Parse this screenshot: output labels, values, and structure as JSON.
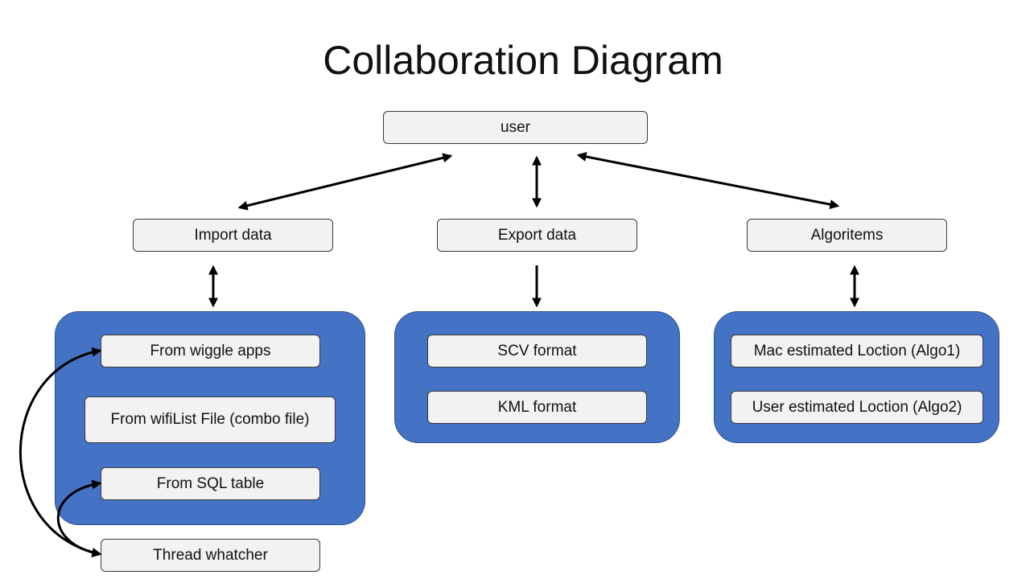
{
  "title": "Collaboration Diagram",
  "nodes": {
    "user": "user",
    "import_data": "Import data",
    "export_data": "Export data",
    "algoritems": "Algoritems",
    "from_wiggle_apps": "From wiggle apps",
    "from_wifilist_file": "From wifiList File (combo file)",
    "from_sql_table": "From SQL table",
    "thread_whatcher": "Thread whatcher",
    "scv_format": "SCV format",
    "kml_format": "KML format",
    "mac_estimated": "Mac estimated Loction (Algo1)",
    "user_estimated": "User estimated Loction (Algo2)"
  },
  "colors": {
    "group_fill": "#4472c4",
    "box_fill": "#f2f2f2",
    "arrow": "#000000"
  }
}
